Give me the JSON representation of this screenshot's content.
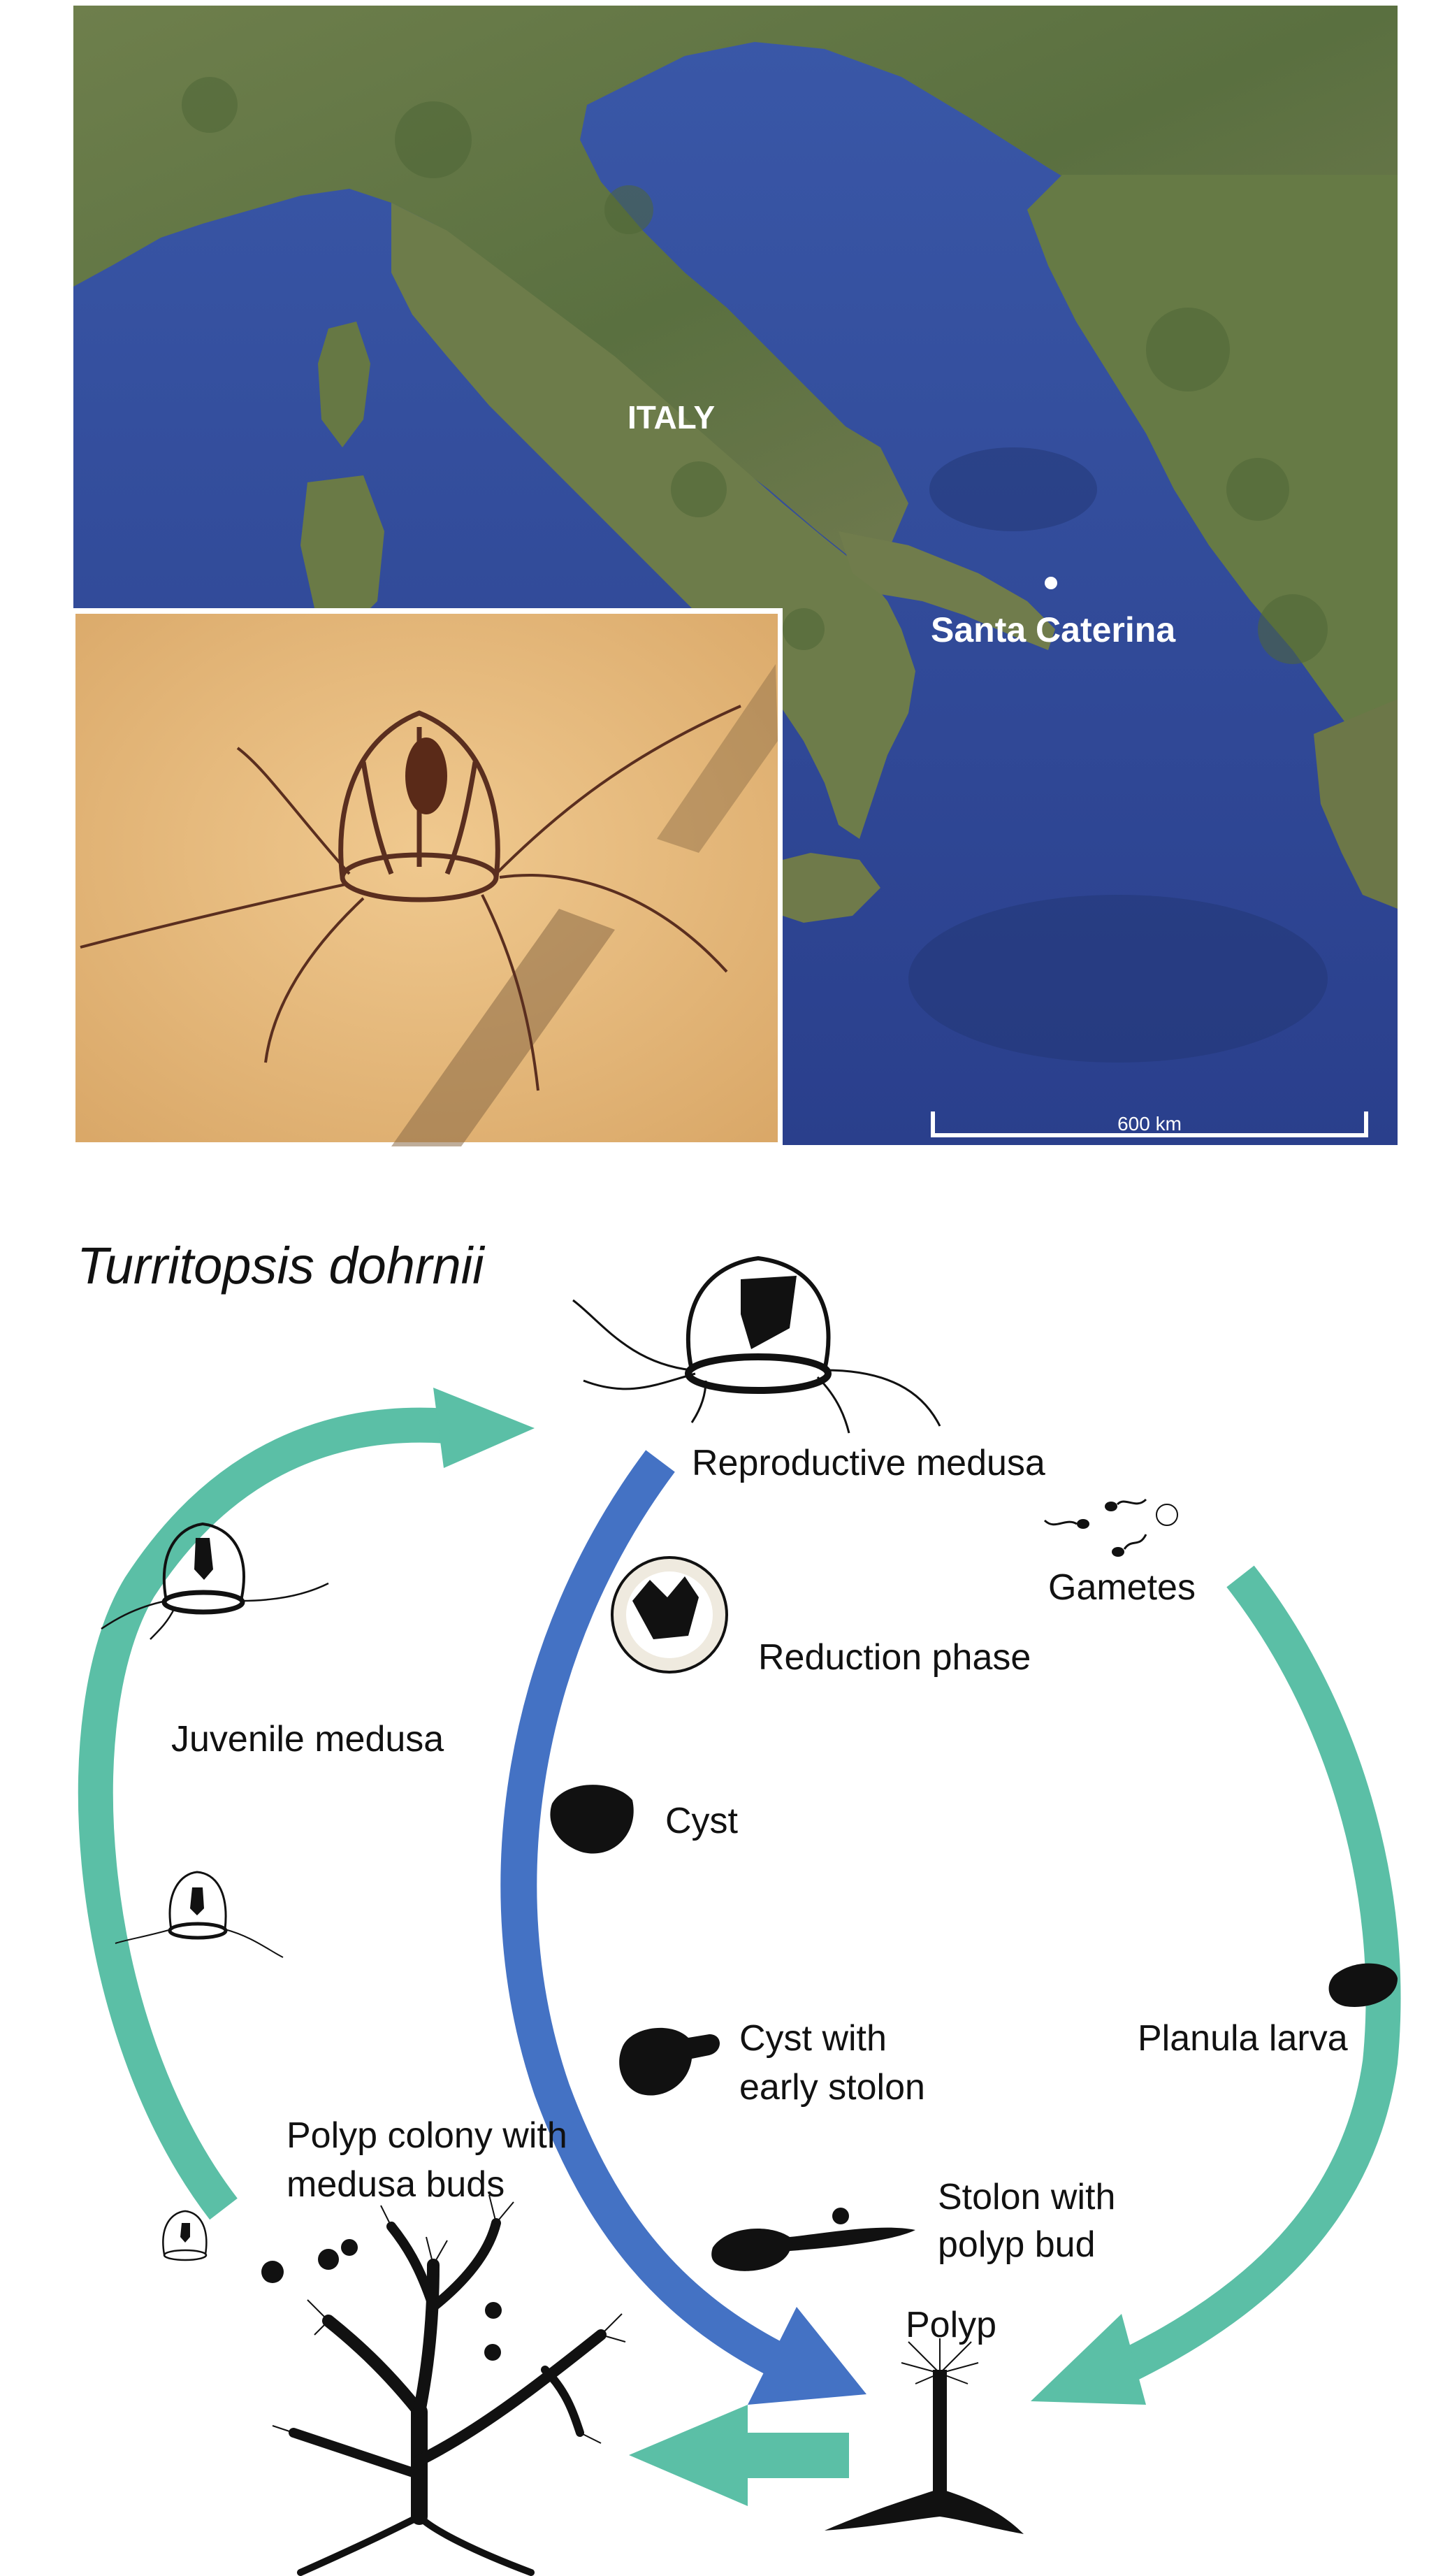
{
  "map": {
    "country_label": "ITALY",
    "site_label": "Santa Caterina",
    "scale_label": "600 km"
  },
  "lifecycle": {
    "species": "Turritopsis dohrnii",
    "stages": {
      "reproductive_medusa": "Reproductive medusa",
      "gametes": "Gametes",
      "reduction_phase": "Reduction phase",
      "juvenile_medusa": "Juvenile medusa",
      "cyst": "Cyst",
      "cyst_stolon_line1": "Cyst with",
      "cyst_stolon_line2": "early stolon",
      "planula_larva": "Planula larva",
      "polyp_colony_line1": "Polyp colony with",
      "polyp_colony_line2": "medusa buds",
      "stolon_bud_line1": "Stolon with",
      "stolon_bud_line2": "polyp bud",
      "polyp": "Polyp"
    },
    "colors": {
      "sexual_cycle": "#5bbfa6",
      "reverse_development": "#4472c4",
      "ink": "#111111"
    }
  }
}
